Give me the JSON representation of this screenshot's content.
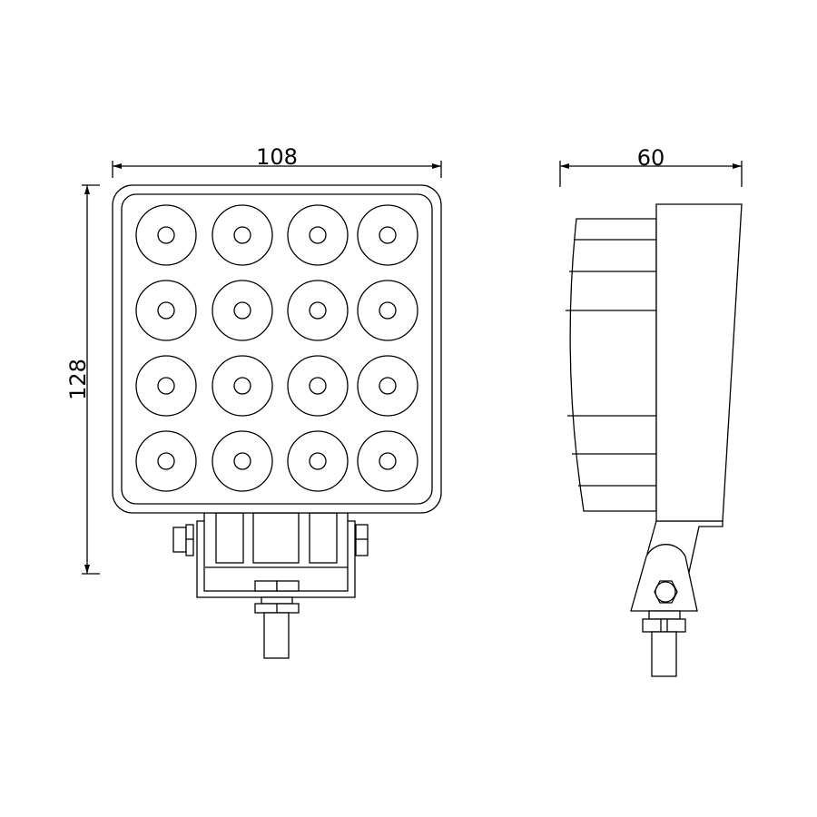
{
  "dimensions": {
    "width": "108",
    "height": "128",
    "depth": "60"
  },
  "front_view": {
    "led_rows": 4,
    "led_columns": 4
  },
  "colors": {
    "line": "#000000",
    "background": "#ffffff"
  }
}
